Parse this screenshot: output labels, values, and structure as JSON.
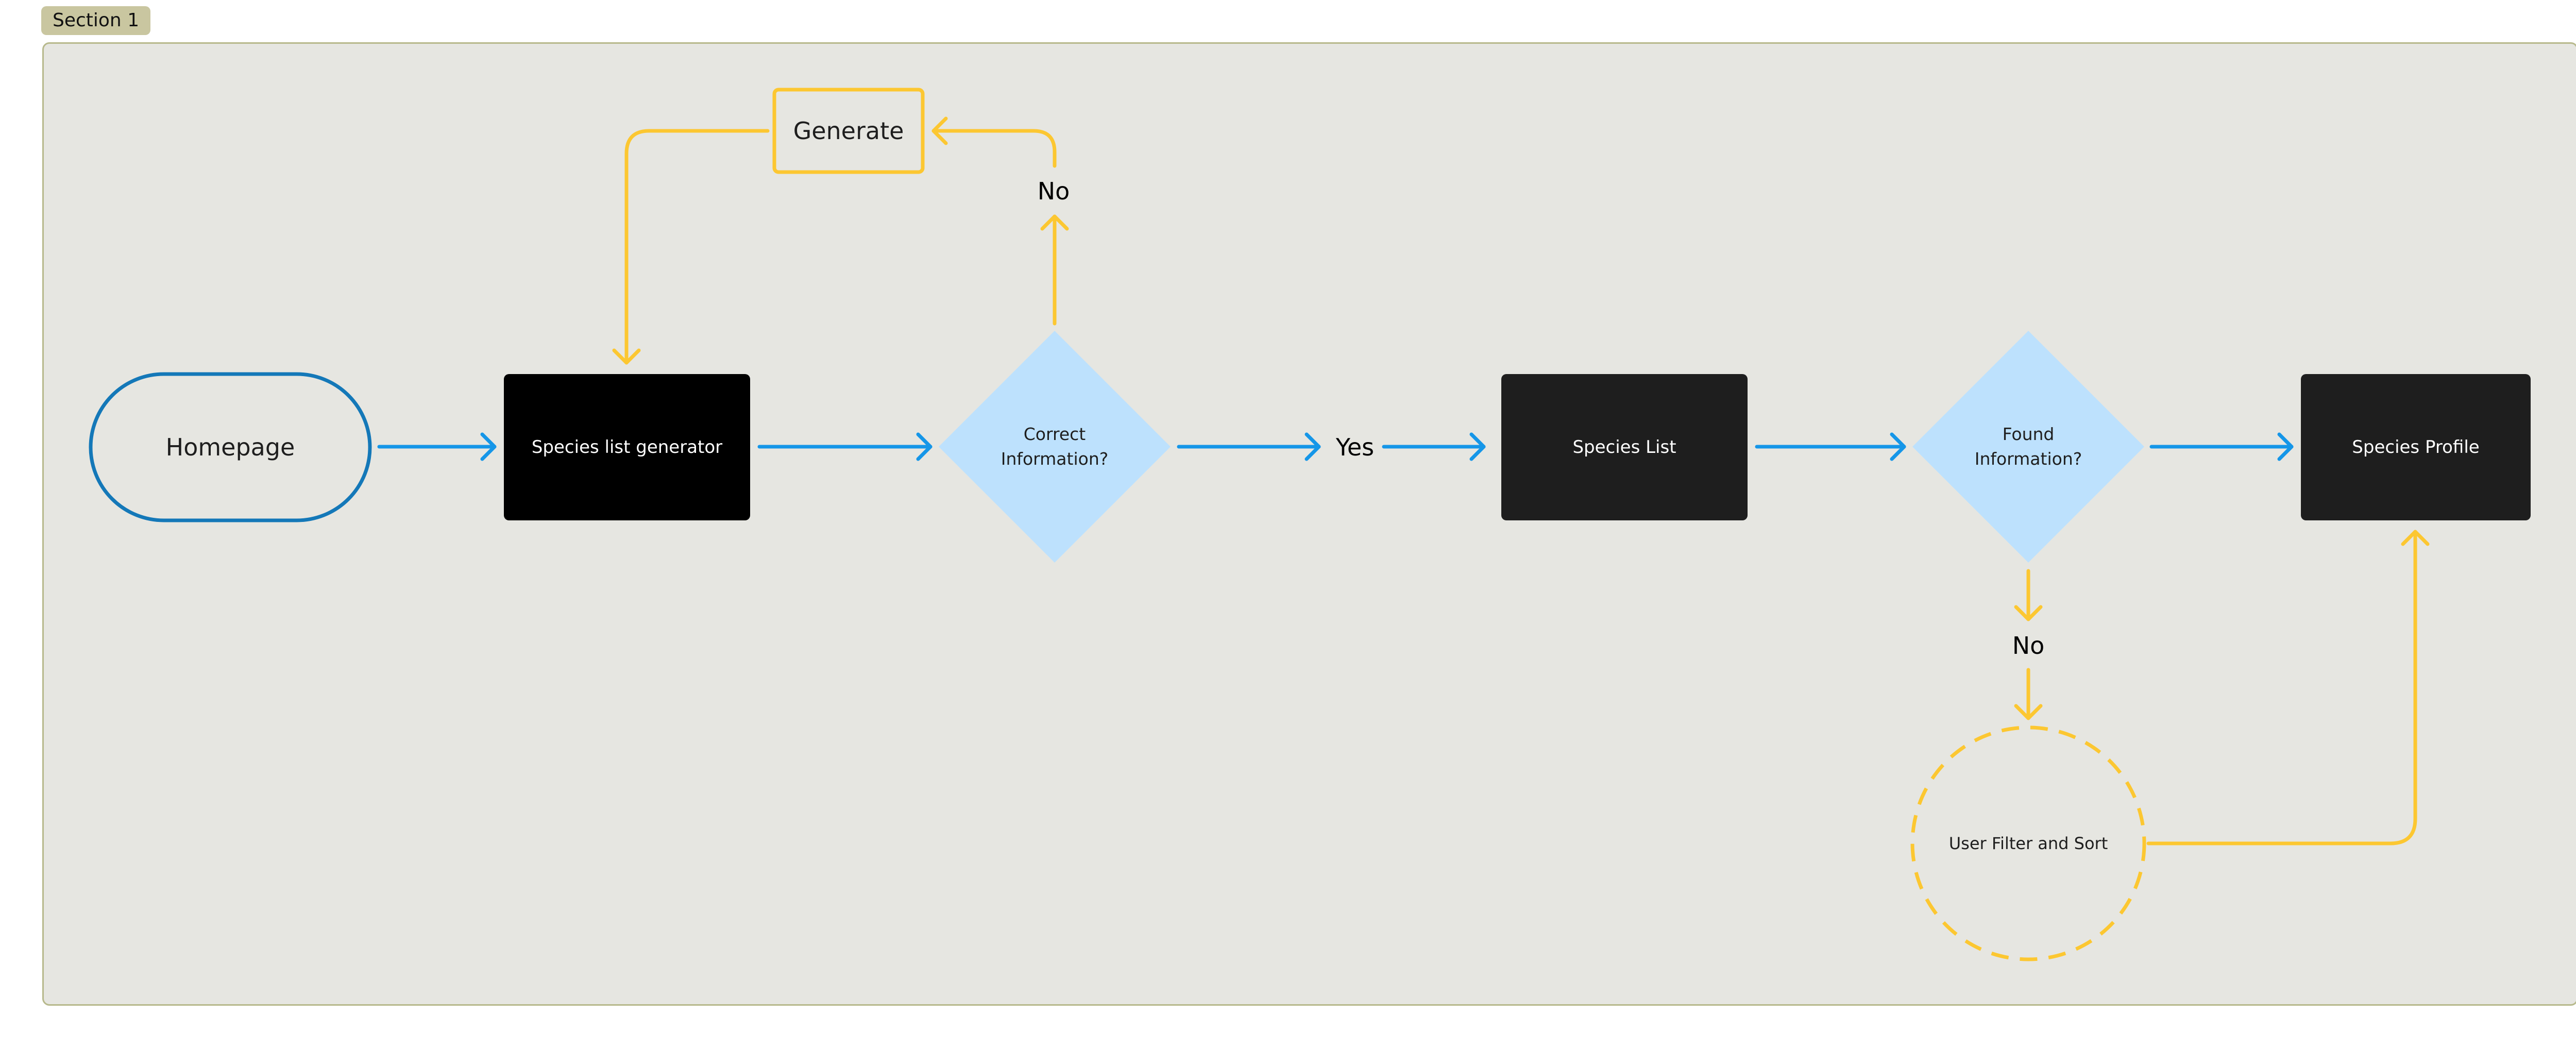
{
  "section": {
    "label": "Section 1"
  },
  "colors": {
    "frame_bg": "#e6e6e1",
    "frame_border": "#b7b98c",
    "tag_bg": "#c9c6a0",
    "blue": "#1596e8",
    "terminal_border": "#1478b8",
    "yellow": "#fcc731",
    "diamond_fill": "#bde1fd",
    "box_black": "#000000",
    "box_dark": "#1e1e1e"
  },
  "nodes": {
    "homepage": {
      "label": "Homepage"
    },
    "species_list_generator": {
      "label": "Species list generator"
    },
    "generate": {
      "label": "Generate"
    },
    "correct_information": {
      "label": "Correct\nInformation?"
    },
    "species_list": {
      "label": "Species List"
    },
    "found_information": {
      "label": "Found\nInformation?"
    },
    "species_profile": {
      "label": "Species Profile"
    },
    "user_filter_sort": {
      "label": "User Filter and Sort"
    }
  },
  "edge_labels": {
    "yes": "Yes",
    "no_correct": "No",
    "no_found": "No"
  }
}
